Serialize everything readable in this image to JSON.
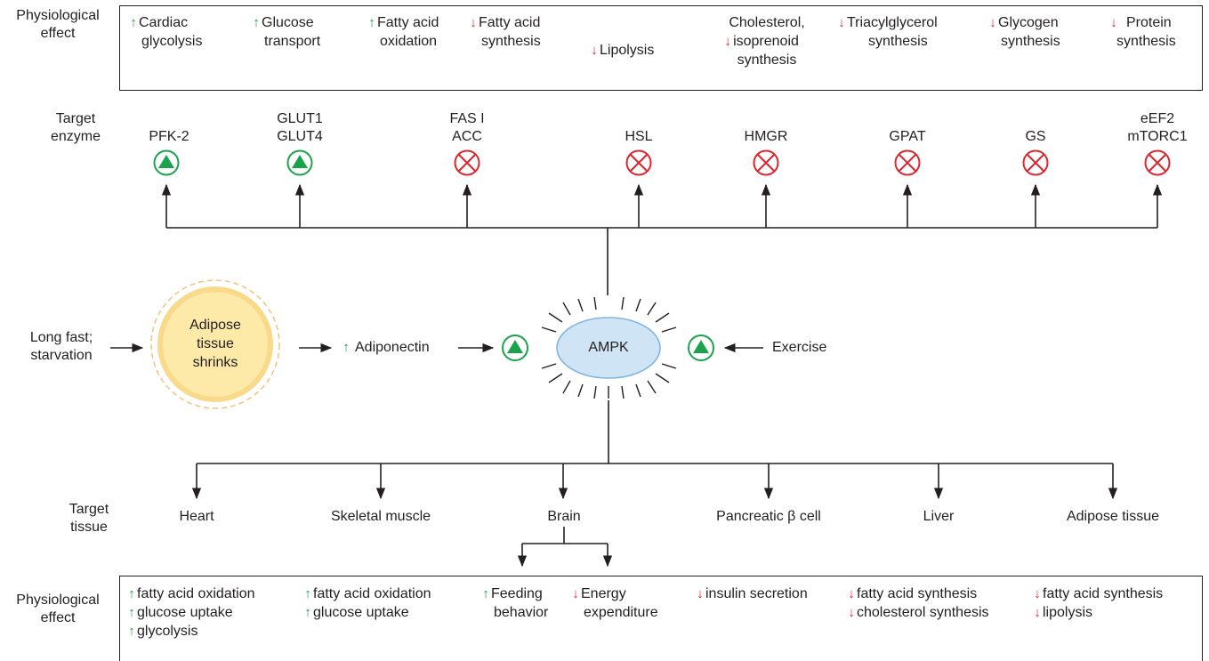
{
  "row_labels": {
    "physiological_effect_top": [
      "Physiological",
      "effect"
    ],
    "target_enzyme": [
      "Target",
      "enzyme"
    ],
    "target_tissue": [
      "Target",
      "tissue"
    ],
    "physiological_effect_bottom": [
      "Physiological",
      "effect"
    ]
  },
  "top_effects": [
    {
      "dir": "up",
      "lines": [
        "Cardiac",
        "glycolysis"
      ]
    },
    {
      "dir": "up",
      "lines": [
        "Glucose",
        "transport"
      ]
    },
    {
      "dir": "up",
      "lines": [
        "Fatty acid",
        "oxidation"
      ]
    },
    {
      "dir": "down",
      "lines": [
        "Fatty acid",
        "synthesis"
      ]
    },
    {
      "dir": "down",
      "lines": [
        "Lipolysis"
      ]
    },
    {
      "dir": "down",
      "lines": [
        "Cholesterol,",
        "isoprenoid",
        "synthesis"
      ]
    },
    {
      "dir": "down",
      "lines": [
        "Triacylglycerol",
        "synthesis"
      ]
    },
    {
      "dir": "down",
      "lines": [
        "Glycogen",
        "synthesis"
      ]
    },
    {
      "dir": "down",
      "lines": [
        "Protein",
        "synthesis"
      ]
    }
  ],
  "enzymes": [
    {
      "lines": [
        "PFK-2"
      ],
      "effect": "activate"
    },
    {
      "lines": [
        "GLUT1",
        "GLUT4"
      ],
      "effect": "activate"
    },
    {
      "lines": [
        "FAS I",
        "ACC"
      ],
      "effect": "inhibit"
    },
    {
      "lines": [
        "HSL"
      ],
      "effect": "inhibit"
    },
    {
      "lines": [
        "HMGR"
      ],
      "effect": "inhibit"
    },
    {
      "lines": [
        "GPAT"
      ],
      "effect": "inhibit"
    },
    {
      "lines": [
        "GS"
      ],
      "effect": "inhibit"
    },
    {
      "lines": [
        "eEF2",
        "mTORC1"
      ],
      "effect": "inhibit"
    }
  ],
  "middle": {
    "long_fast": [
      "Long fast;",
      "starvation"
    ],
    "adipose": [
      "Adipose",
      "tissue",
      "shrinks"
    ],
    "adiponectin": "Adiponectin",
    "ampk": "AMPK",
    "exercise": "Exercise"
  },
  "tissues": [
    "Heart",
    "Skeletal muscle",
    "Brain",
    "Pancreatic β cell",
    "Liver",
    "Adipose tissue"
  ],
  "bottom_effects": [
    {
      "items": [
        {
          "dir": "up",
          "text": "fatty acid oxidation"
        },
        {
          "dir": "up",
          "text": "glucose uptake"
        },
        {
          "dir": "up",
          "text": "glycolysis"
        }
      ]
    },
    {
      "items": [
        {
          "dir": "up",
          "text": "fatty acid oxidation"
        },
        {
          "dir": "up",
          "text": "glucose uptake"
        }
      ]
    },
    {
      "items": [
        {
          "dir": "up",
          "text": "Feeding",
          "text2": "behavior"
        }
      ]
    },
    {
      "items": [
        {
          "dir": "down",
          "text": "Energy",
          "text2": "expenditure"
        }
      ]
    },
    {
      "items": [
        {
          "dir": "down",
          "text": "insulin secretion"
        }
      ]
    },
    {
      "items": [
        {
          "dir": "down",
          "text": "fatty acid synthesis"
        },
        {
          "dir": "down",
          "text": "cholesterol synthesis"
        }
      ]
    },
    {
      "items": [
        {
          "dir": "down",
          "text": "fatty acid synthesis"
        },
        {
          "dir": "down",
          "text": "lipolysis"
        }
      ]
    }
  ],
  "colors": {
    "activate": "#1aa34a",
    "inhibit": "#e0242c",
    "ampk_fill": "#cfe4f5",
    "adipose_fill": "#fde9a8"
  }
}
